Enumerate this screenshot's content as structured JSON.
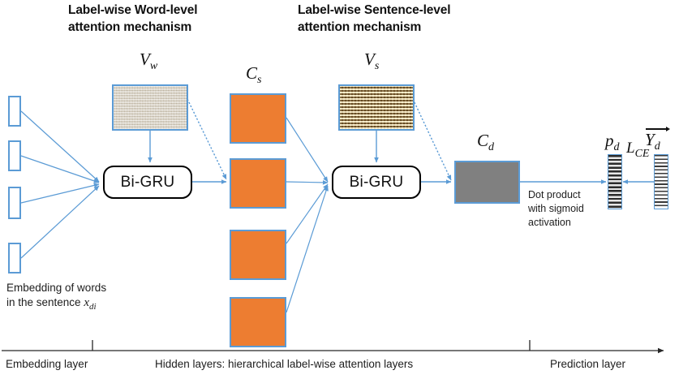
{
  "figure": {
    "headers": {
      "word_level": "Label-wise Word-level\nattention mechanism",
      "sentence_level": "Label-wise Sentence-level\nattention mechanism"
    },
    "math_labels": {
      "vw_base": "V",
      "vw_sub": "w",
      "cs_base": "C",
      "cs_sub": "s",
      "vs_base": "V",
      "vs_sub": "s",
      "cd_base": "C",
      "cd_sub": "d",
      "pd_base": "p",
      "pd_sub": "d",
      "yd_base": "Y",
      "yd_sub": "d",
      "lce_base": "L",
      "lce_sub": "CE"
    },
    "nodes": {
      "gru_word_label": "Bi-GRU",
      "gru_sentence_label": "Bi-GRU"
    },
    "annotations": {
      "embedding_note_line1": "Embedding of words",
      "embedding_note_line2": "in the sentence ",
      "embedding_note_var": "x",
      "embedding_note_var_sub": "di",
      "dot_product_note": "Dot product\nwith sigmoid\nactivation"
    },
    "axis": {
      "labels": [
        "Embedding layer",
        "Hidden layers: hierarchical label-wise attention layers",
        "Prediction layer"
      ]
    },
    "colors": {
      "context_vector_orange": "#ed7d31",
      "document_vector_gray": "#808080",
      "connector_blue": "#5b9bd5",
      "outline_black": "#000000",
      "texture_word_beige": "#ddd3bd",
      "texture_sentence_tan": "#bd9a5c"
    },
    "counts": {
      "embedding_tokens": 4,
      "sentence_context_vectors": 4
    }
  }
}
